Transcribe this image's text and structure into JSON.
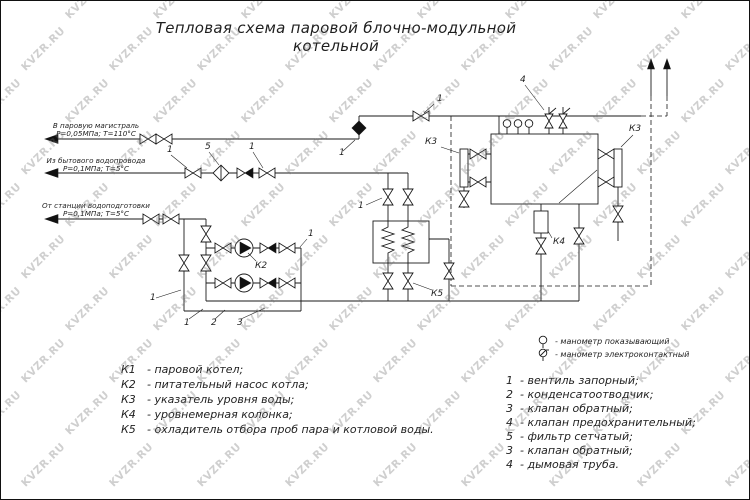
{
  "title": "Тепловая схема  паровой блочно-модульной котельной",
  "watermark": "KVZR.RU",
  "inlets": {
    "steam": {
      "name": "В паровую магистраль",
      "params": "Р=0,05МПа; Т=110°С"
    },
    "domestic": {
      "name": "Из бытового водопровода",
      "params": "Р=0,1МПа; Т=5°С"
    },
    "treated": {
      "name": "От станции водоподготовки",
      "params": "Р=0,1МПа; Т=5°С"
    }
  },
  "callouts": [
    "1",
    "5",
    "1",
    "1",
    "1",
    "4",
    "К3",
    "К3",
    "1",
    "К4",
    "К5",
    "К2",
    "1",
    "1",
    "2",
    "3",
    "1"
  ],
  "legend_components": [
    {
      "key": "К1",
      "desc": "- паровой  котел;"
    },
    {
      "key": "К2",
      "desc": "- питательный насос котла;"
    },
    {
      "key": "К3",
      "desc": "- указатель уровня воды;"
    },
    {
      "key": "К4",
      "desc": "- уровнемерная колонка;"
    },
    {
      "key": "К5",
      "desc": "- охладитель отбора проб пара и котловой воды."
    }
  ],
  "legend_fittings": [
    {
      "key": "1",
      "desc": "- вентиль запорный;"
    },
    {
      "key": "2",
      "desc": "- конденсатоотводчик;"
    },
    {
      "key": "3",
      "desc": "- клапан обратный;"
    },
    {
      "key": "4",
      "desc": "- клапан предохранительный;"
    },
    {
      "key": "5",
      "desc": "- фильтр сетчатый;"
    },
    {
      "key": "3",
      "desc": "- клапан обратный;"
    },
    {
      "key": "4",
      "desc": "- дымовая труба."
    }
  ],
  "manometer_legend": [
    {
      "desc": "-  манометр показывающий"
    },
    {
      "desc": "-  манометр электроконтактный"
    }
  ]
}
